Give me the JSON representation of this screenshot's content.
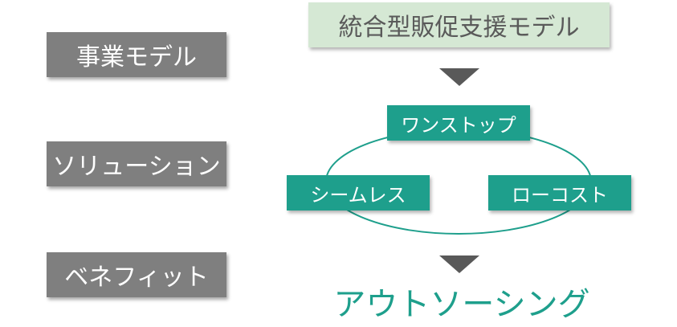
{
  "left_labels": {
    "row1": "事業モデル",
    "row2": "ソリューション",
    "row3": "ベネフィット"
  },
  "title": "統合型販促支援モデル",
  "solutions": {
    "top": "ワンストップ",
    "left": "シームレス",
    "right": "ローコスト"
  },
  "outcome": "アウトソーシング",
  "colors": {
    "label_bg": "#7f7f7f",
    "title_bg": "#d5e8d4",
    "accent_teal": "#1e9f8c",
    "arrow": "#595959"
  }
}
